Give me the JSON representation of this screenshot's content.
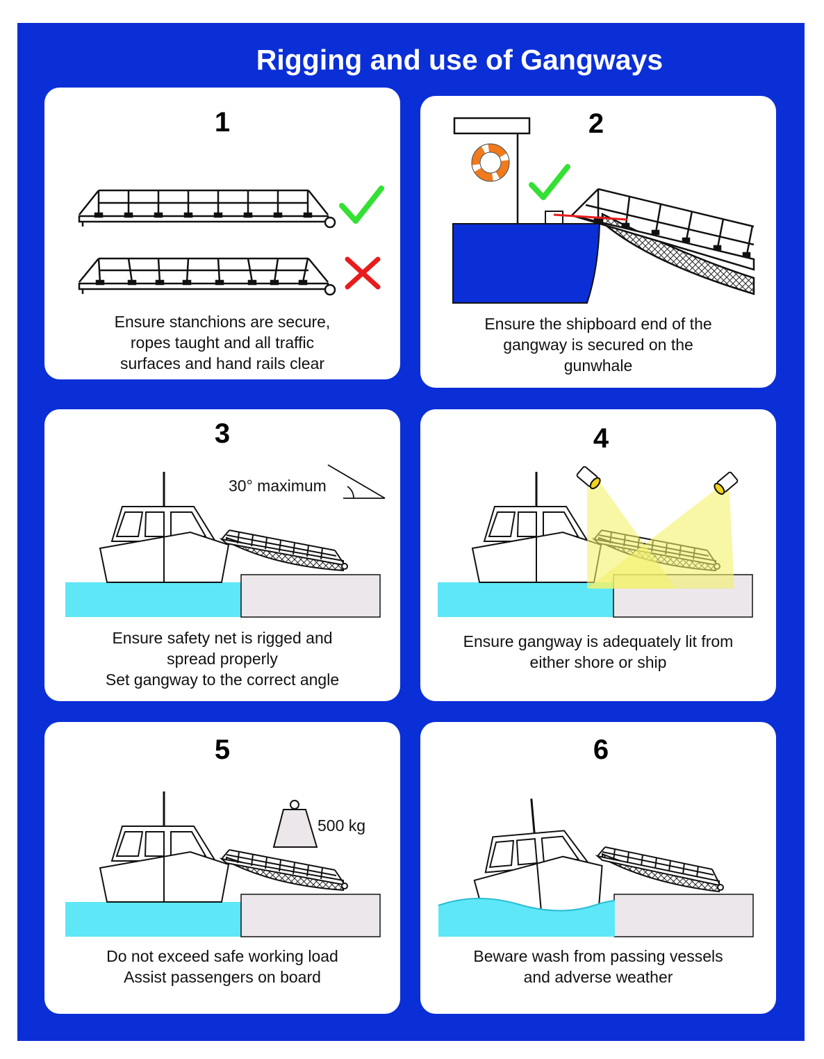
{
  "title": "Rigging and use of Gangways",
  "colors": {
    "background": "#0b2fd6",
    "panel": "#ffffff",
    "water": "#5ee7f7",
    "quay": "#ece7ea",
    "check": "#33e033",
    "cross": "#e81c1c",
    "light": "#f3f26a",
    "lifebuoy": "#f07a1c"
  },
  "panels": [
    {
      "number": "1",
      "caption": [
        "Ensure stanchions are secure,",
        "ropes taught and all traffic",
        "surfaces and hand rails clear"
      ],
      "icons": [
        "gangway-correct",
        "check-icon",
        "gangway-incorrect",
        "cross-icon"
      ]
    },
    {
      "number": "2",
      "caption": [
        "Ensure the shipboard end of the",
        "gangway is secured on the",
        "gunwhale"
      ],
      "icons": [
        "ship-hull",
        "lifebuoy-icon",
        "check-icon",
        "gangway"
      ]
    },
    {
      "number": "3",
      "caption": [
        "Ensure safety net is rigged and",
        "spread properly",
        "Set gangway to the correct angle"
      ],
      "angle_label": "30° maximum"
    },
    {
      "number": "4",
      "caption": [
        "Ensure gangway is adequately lit from",
        "either shore or ship"
      ],
      "icons": [
        "floodlight-icon",
        "floodlight-icon"
      ]
    },
    {
      "number": "5",
      "caption": [
        "Do not exceed safe working load",
        "Assist passengers on board"
      ],
      "weight_label": "500 kg"
    },
    {
      "number": "6",
      "caption": [
        "Beware wash from passing vessels",
        "and adverse weather"
      ]
    }
  ]
}
